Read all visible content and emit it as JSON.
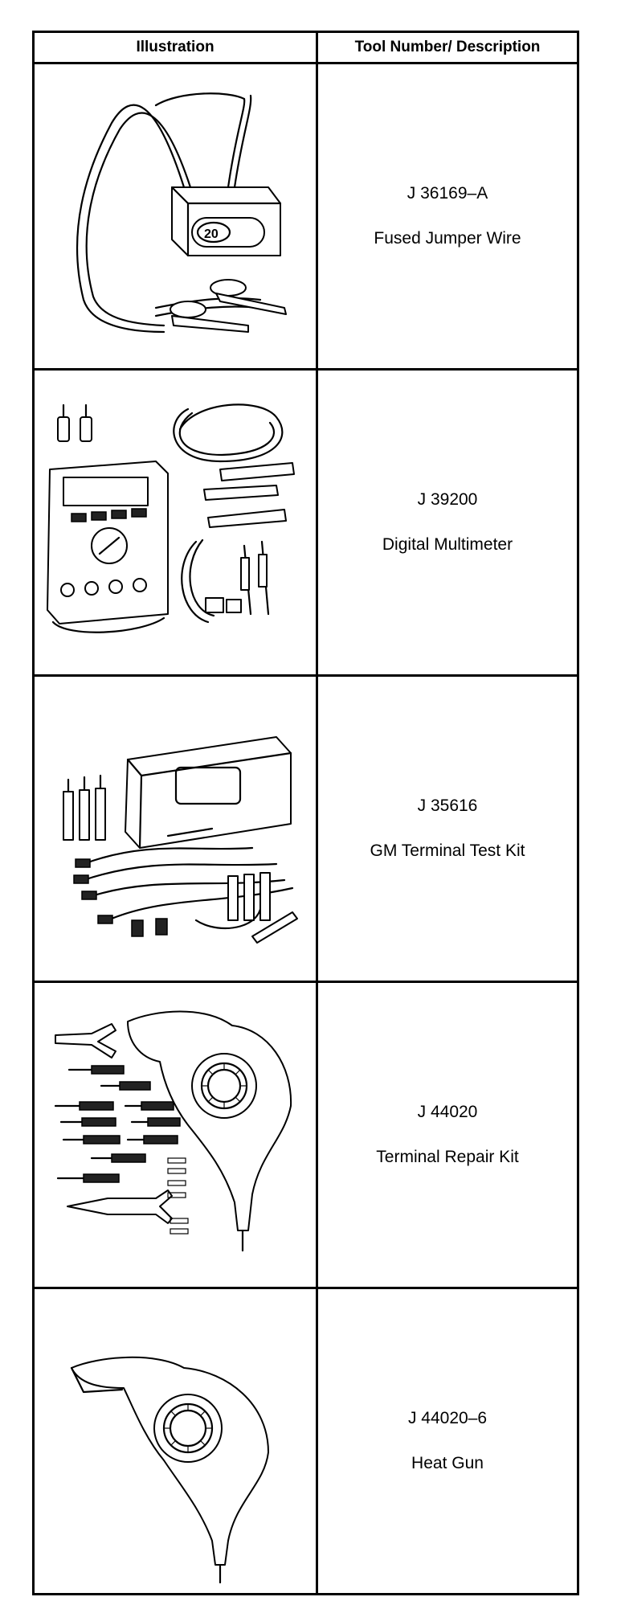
{
  "table": {
    "headers": {
      "illustration": "Illustration",
      "tool": "Tool Number/ Description"
    },
    "rows": [
      {
        "tool_number": "J 36169–A",
        "description": "Fused Jumper Wire",
        "icon": "fused-jumper-wire-icon",
        "badge": "20"
      },
      {
        "tool_number": "J 39200",
        "description": "Digital Multimeter",
        "icon": "digital-multimeter-icon"
      },
      {
        "tool_number": "J 35616",
        "description": "GM Terminal Test Kit",
        "icon": "terminal-test-kit-icon"
      },
      {
        "tool_number": "J 44020",
        "description": "Terminal Repair Kit",
        "icon": "terminal-repair-kit-icon"
      },
      {
        "tool_number": "J 44020–6",
        "description": "Heat Gun",
        "icon": "heat-gun-icon"
      }
    ]
  }
}
